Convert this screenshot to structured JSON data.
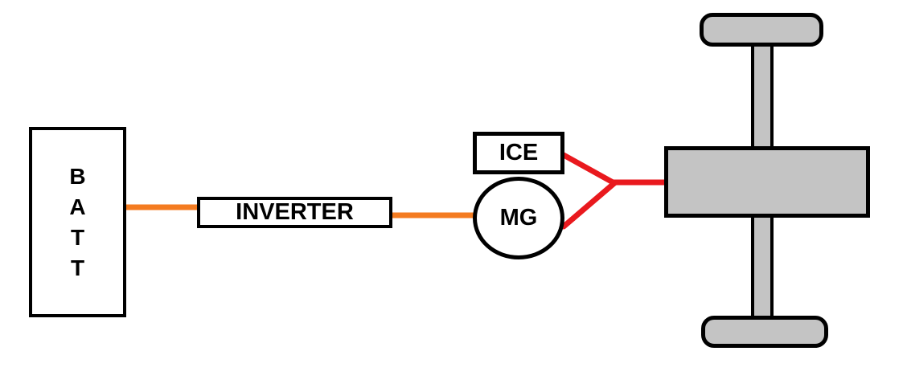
{
  "components": {
    "battery": {
      "label": "BATT",
      "letters": [
        "B",
        "A",
        "T",
        "T"
      ]
    },
    "inverter": {
      "label": "INVERTER"
    },
    "ice": {
      "label": "ICE"
    },
    "motor_generator": {
      "label": "MG"
    }
  },
  "colors": {
    "wire-electric": "#F47B20",
    "link-mechanical": "#E9191E",
    "component-fill": "#C4C4C4",
    "outline": "#000000",
    "background": "#FFFFFF"
  }
}
